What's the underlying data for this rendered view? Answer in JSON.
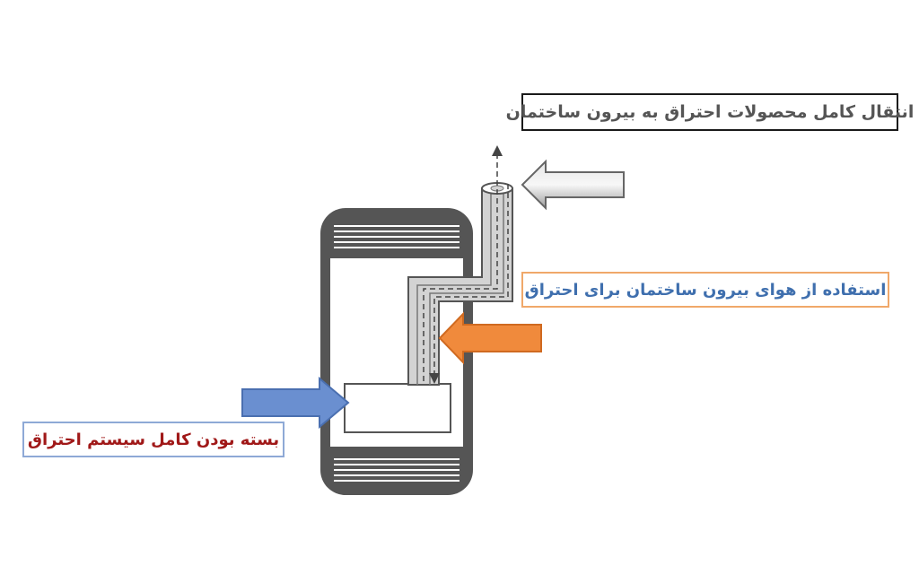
{
  "labels": {
    "exhaust": "انتقال کامل محصولات احتراق به بیرون ساختمان",
    "outside_air": "استفاده از هوای بیرون ساختمان برای احتراق",
    "sealed": "بسته بودن کامل سیستم احتراق"
  },
  "colors": {
    "heater_body": "#555555",
    "pipe_fill": "#d3d3d3",
    "exhaust_arrow": "#a8a8a8",
    "air_arrow": "#f08a3c",
    "sealed_arrow": "#6a8fd0",
    "exhaust_text": "#555555",
    "outside_air_text": "#3f6fae",
    "sealed_text": "#a01818"
  }
}
